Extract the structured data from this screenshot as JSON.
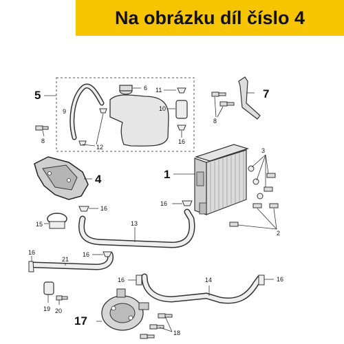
{
  "banner": {
    "text": "Na obrázku díl číslo 4",
    "color": "#f6c400"
  },
  "highlighted_part": "4",
  "labels": {
    "p1": "1",
    "p2": "2",
    "p3": "3",
    "p4": "4",
    "p5": "5",
    "p6": "6",
    "p7": "7",
    "p8a": "8",
    "p8b": "8",
    "p9": "9",
    "p10": "10",
    "p11": "11",
    "p12": "12",
    "p13": "13",
    "p14": "14",
    "p15": "15",
    "p16a": "16",
    "p16b": "16",
    "p16c": "16",
    "p16d": "16",
    "p16e": "16",
    "p16f": "16",
    "p16g": "16",
    "p17": "17",
    "p18": "18",
    "p19": "19",
    "p20": "20",
    "p21": "21"
  }
}
